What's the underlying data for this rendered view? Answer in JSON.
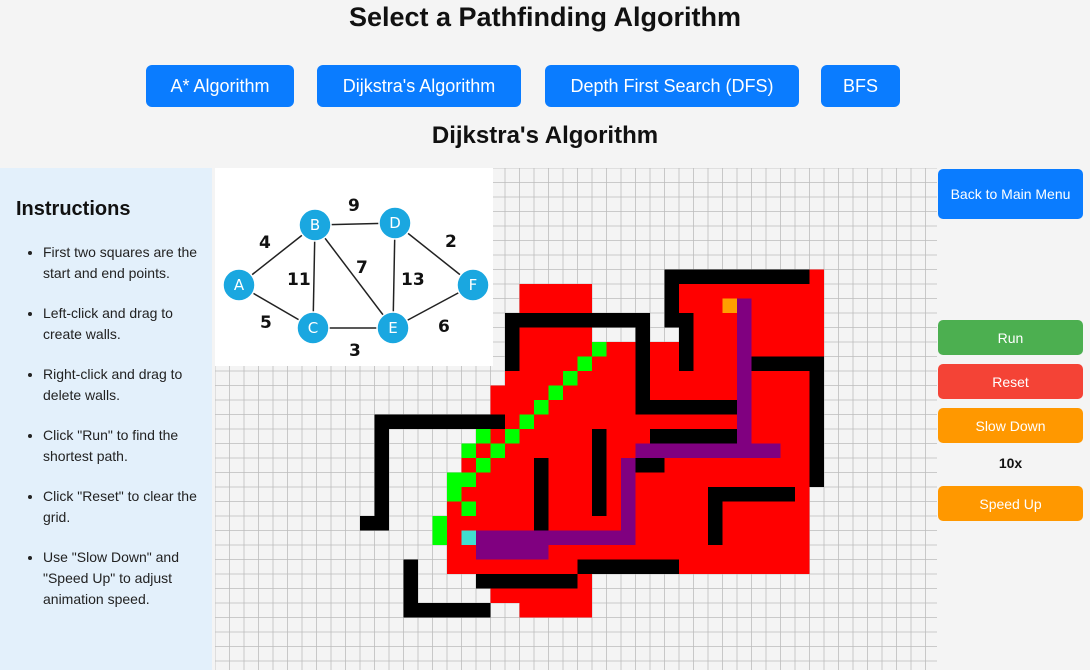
{
  "page_title": "Select a Pathfinding Algorithm",
  "algorithm_buttons": [
    {
      "label": "A* Algorithm"
    },
    {
      "label": "Dijkstra's Algorithm"
    },
    {
      "label": "Depth First Search (DFS)"
    },
    {
      "label": "BFS"
    }
  ],
  "selected_algorithm": "Dijkstra's Algorithm",
  "instructions": {
    "title": "Instructions",
    "items": [
      "First two squares are the start and end points.",
      "Left-click and drag to create walls.",
      "Right-click and drag to delete walls.",
      "Click \"Run\" to find the shortest path.",
      "Click \"Reset\" to clear the grid.",
      "Use \"Slow Down\" and \"Speed Up\" to adjust animation speed."
    ]
  },
  "graph_example": {
    "nodes": [
      "A",
      "B",
      "C",
      "D",
      "E",
      "F"
    ],
    "edge_weights": [
      "4",
      "9",
      "11",
      "7",
      "13",
      "2",
      "5",
      "3",
      "6"
    ]
  },
  "controls": {
    "back_label": "Back to Main Menu",
    "run_label": "Run",
    "reset_label": "Reset",
    "slow_label": "Slow Down",
    "speed_value": "10x",
    "speed_up_label": "Speed Up"
  },
  "colors": {
    "primary": "#0a7cff",
    "run": "#4caf50",
    "reset": "#f44336",
    "speed": "#ff9800",
    "wall": "#000000",
    "visited": "#ff0000",
    "frontier": "#00ff00",
    "path": "#800080",
    "start": "#ff9f00",
    "end": "#40e0d0",
    "graph_node": "#1aa7e0"
  }
}
